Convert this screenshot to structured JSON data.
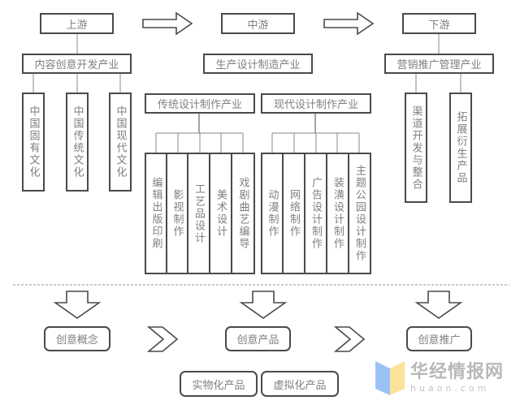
{
  "stages": {
    "upstream": "上游",
    "midstream": "中游",
    "downstream": "下游"
  },
  "industries": {
    "upstream": "内容创意开发产业",
    "midstream": "生产设计制造产业",
    "downstream": "营销推广管理产业"
  },
  "upstream_items": [
    "中国固有文化",
    "中国传统文化",
    "中国现代文化"
  ],
  "midstream_groups": [
    {
      "label": "传统设计制作产业",
      "items": [
        "编辑出版印刷",
        "影视制作",
        "工艺品设计",
        "美术设计",
        "戏剧曲艺编导"
      ]
    },
    {
      "label": "现代设计制作产业",
      "items": [
        "动漫制作",
        "网络制作",
        "广告设计制作",
        "装潢设计制作",
        "主题公园设计制作"
      ]
    }
  ],
  "downstream_items": [
    "渠道开发与整合",
    "拓展衍生产品"
  ],
  "flow": {
    "steps": [
      "创意概念",
      "创意产品",
      "创意推广"
    ],
    "product_types": [
      "实物化产品",
      "虚拟化产品"
    ]
  },
  "watermark": {
    "name": "华经情报网",
    "domain": "huaon.com",
    "colors": {
      "left": "#9cc2f5",
      "right": "#fbe39a"
    }
  }
}
